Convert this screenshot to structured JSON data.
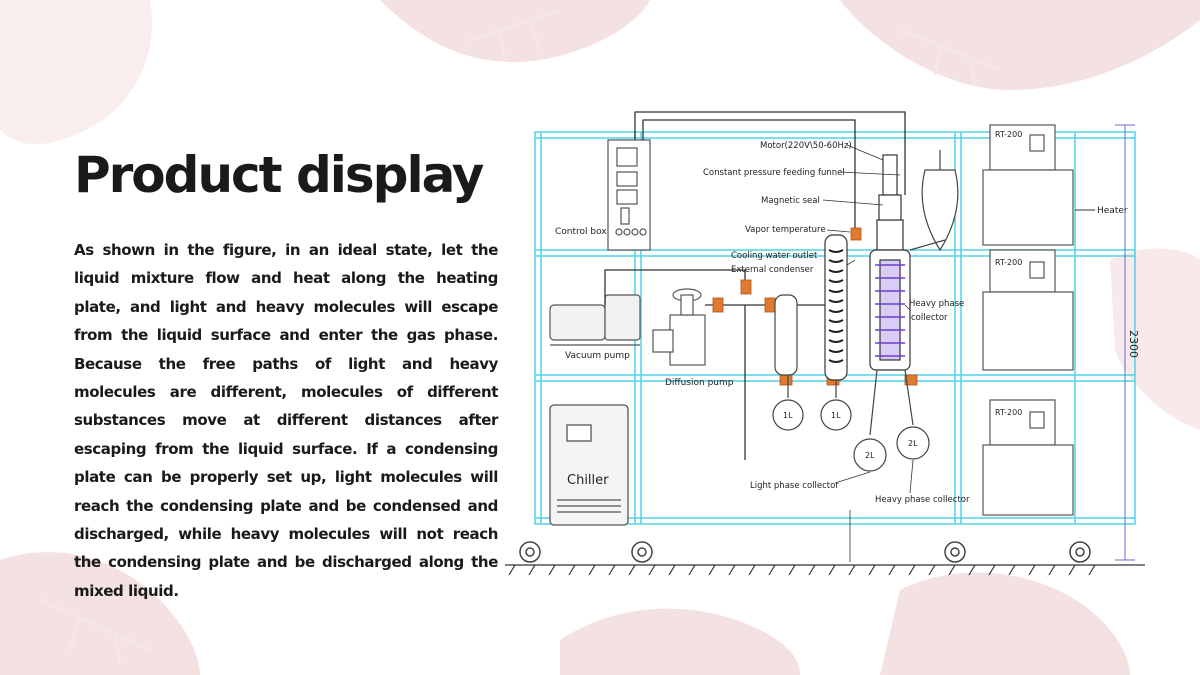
{
  "slide": {
    "title": "Product display",
    "body": "As shown in the figure, in an ideal state, let the liquid mixture flow and heat along the heating plate, and light and heavy molecules will escape from the liquid surface and enter the gas phase. Because the free paths of light and heavy molecules are different, molecules of different substances move at different distances after escaping from the liquid surface. If a condensing plate can be properly set up, light molecules will reach the condensing plate and be condensed and discharged, while heavy molecules will not reach the condensing plate and be discharged along the mixed liquid."
  },
  "diagram": {
    "labels": {
      "motor": "Motor(220V\\50-60Hz)",
      "feeding_funnel": "Constant pressure feeding funnel",
      "magnetic_seal": "Magnetic seal",
      "vapor_temp": "Vapor temperature",
      "cooling_outlet": "Cooling water outlet",
      "external_condenser": "External condenser",
      "control_box": "Control box",
      "vacuum_pump": "Vacuum pump",
      "diffusion_pump": "Diffusion pump",
      "heavy_phase_collector_1": "Heavy phase",
      "heavy_phase_collector_2": "collector",
      "light_phase_collector": "Light phase collector",
      "heavy_phase_collector_bottom": "Heavy phase collector",
      "chiller": "Chiller",
      "heater": "Heater",
      "rt1": "RT-200",
      "rt2": "RT-200",
      "rt3": "RT-200",
      "dimension": "2300",
      "flask_1l_a": "1L",
      "flask_1l_b": "1L",
      "flask_2l_a": "2L",
      "flask_2l_b": "2L"
    }
  },
  "colors": {
    "leaf": "#f3dede",
    "frame": "#4fd3e8",
    "line": "#333333",
    "coil": "#6a3fd0",
    "orange": "#e07a2f"
  }
}
